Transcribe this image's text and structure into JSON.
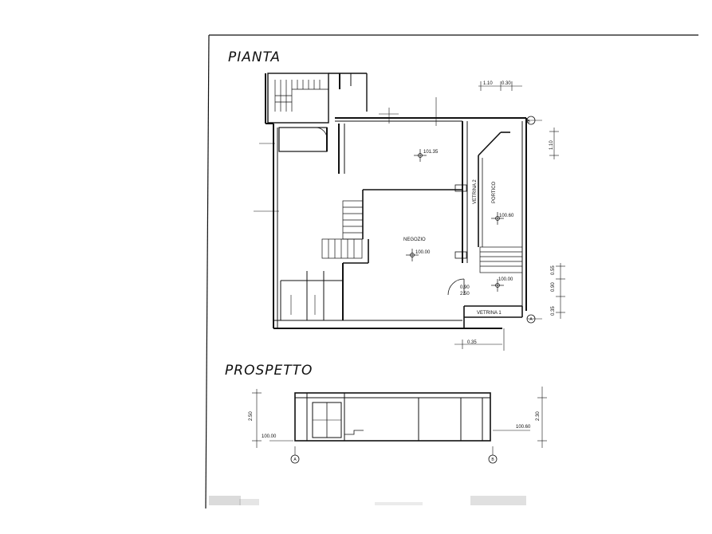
{
  "titles": {
    "plan": "PIANTA",
    "elevation": "PROSPETTO"
  },
  "rooms": {
    "shop": "NEGOZIO",
    "porch": "PORTICO",
    "window1": "VETRINA 1",
    "window2": "VETRINA 2"
  },
  "levels": {
    "l1": "101.35",
    "l2": "100.00",
    "l3": "100.60",
    "l4": "100.00",
    "l5": "100.00",
    "l6": "100.60"
  },
  "dimensions": {
    "d1": "1.10",
    "d2": "0.30",
    "d3": "1.10",
    "d4": "0.55",
    "d5": "0.90",
    "d6": "0.35",
    "d7": "0.35",
    "d8": "0.90",
    "d9": "2.50",
    "d10": "2.50",
    "d11": "2.30"
  },
  "axis_markers": {
    "a": "A",
    "b": "B"
  },
  "colors": {
    "ink": "#111111",
    "paper": "#ffffff"
  }
}
